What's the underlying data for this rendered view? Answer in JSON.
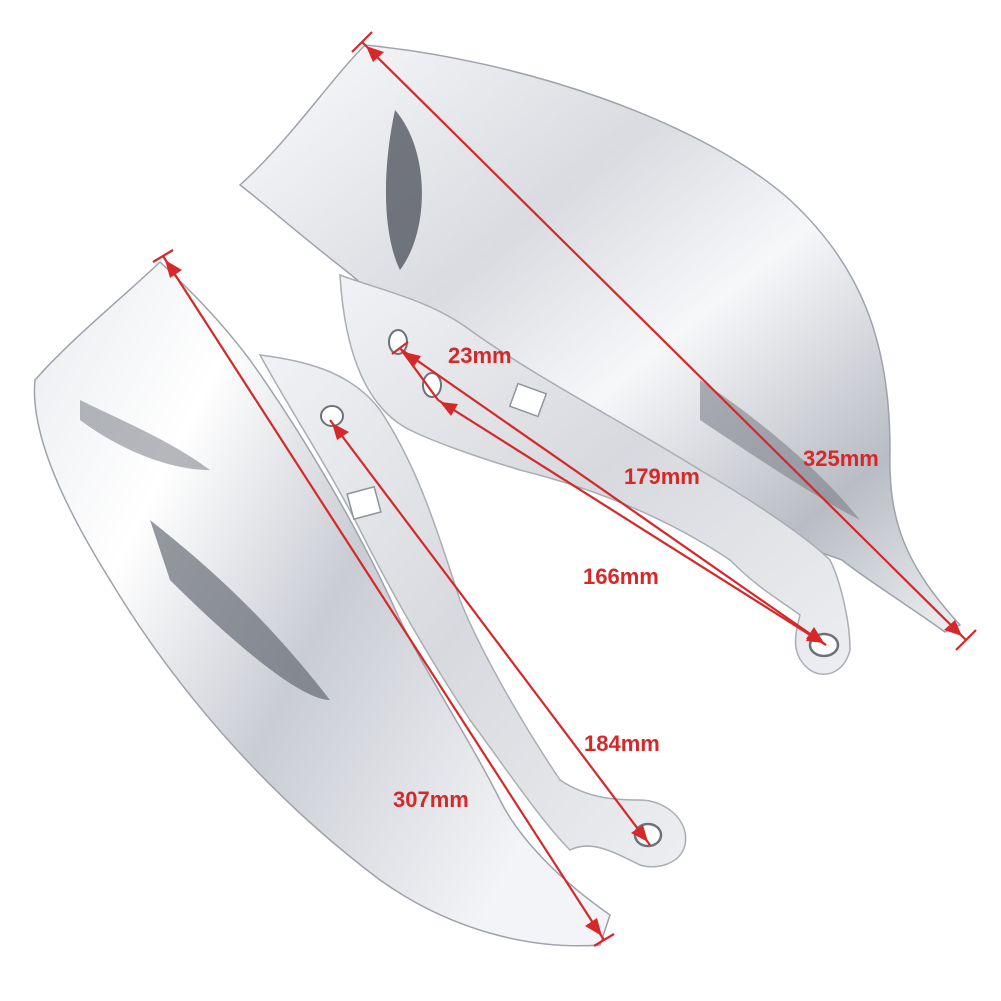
{
  "image": {
    "subject": "chrome motorcycle heat shield pair with dimension callouts",
    "colors": {
      "background": "#ffffff",
      "dimension": "#d62828",
      "chrome_light": "#f4f5f8",
      "chrome_mid": "#c6c9d0",
      "chrome_dark": "#5b5f68"
    }
  },
  "dimensions": {
    "length_right": "325mm",
    "hole_gap": "23mm",
    "span_upper": "179mm",
    "span_lower": "166mm",
    "span_left_inner": "184mm",
    "length_left": "307mm"
  }
}
